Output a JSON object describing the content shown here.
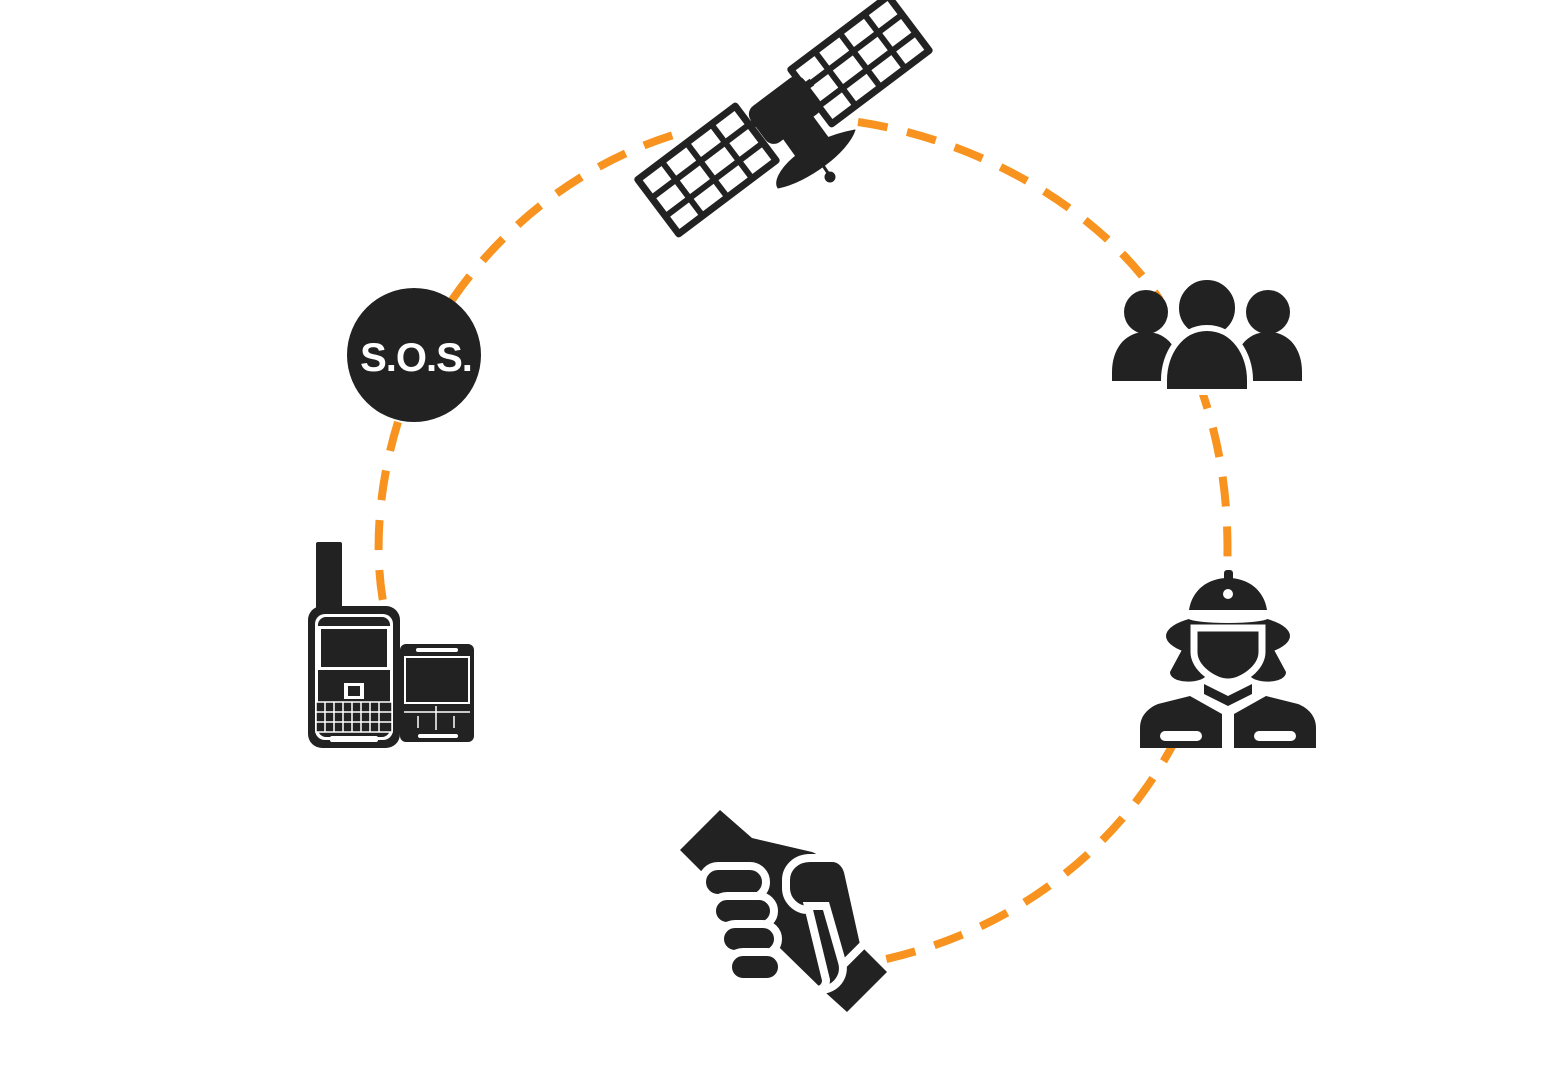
{
  "colors": {
    "icon": "#222222",
    "accent": "#f7931e",
    "background": "#ffffff"
  },
  "sos": {
    "label": "S.O.S."
  },
  "nodes": [
    {
      "id": "satellite",
      "icon": "satellite-icon"
    },
    {
      "id": "responders",
      "icon": "group-of-people-icon"
    },
    {
      "id": "rescuer",
      "icon": "firefighter-icon"
    },
    {
      "id": "handheld",
      "icon": "hand-holding-device-icon"
    },
    {
      "id": "devices",
      "icon": "satellite-messenger-devices-icon"
    },
    {
      "id": "sos",
      "icon": "sos-badge-icon"
    }
  ]
}
